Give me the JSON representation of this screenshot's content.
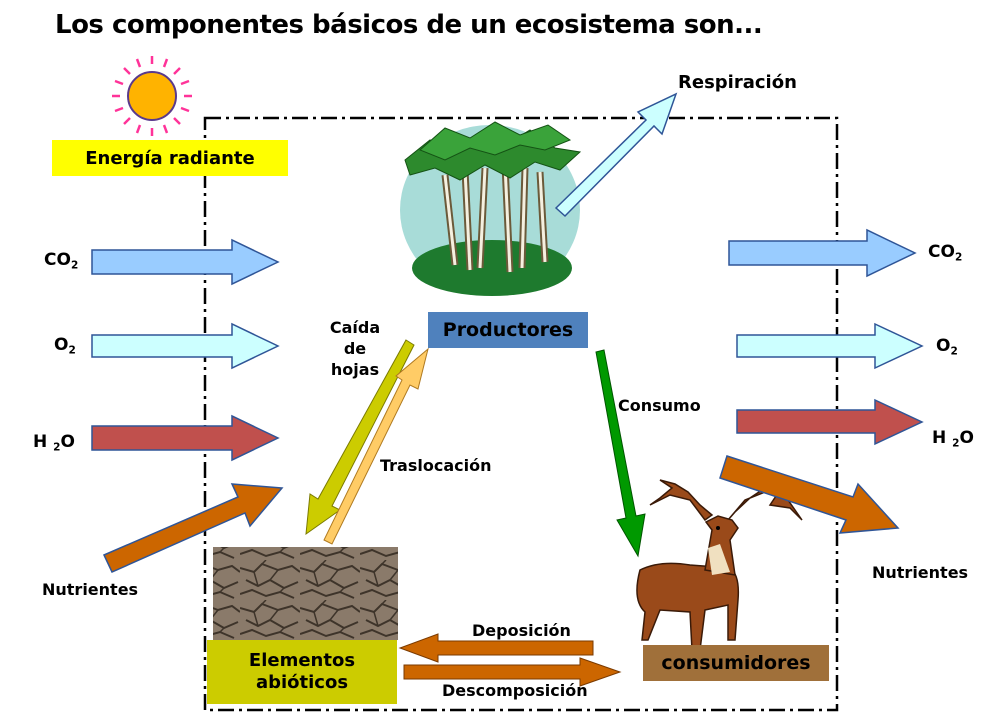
{
  "title": "Los componentes básicos de un ecosistema son...",
  "labels": {
    "energy": "Energía radiante",
    "respiration": "Respiración",
    "producers": "Productores",
    "consumers": "consumidores",
    "abiotic": "Elementos abióticos",
    "leaf_fall": "Caída de hojas",
    "translocation": "Traslocación",
    "consumption": "Consumo",
    "deposition": "Deposición",
    "decomposition": "Descomposición",
    "nutrients_in": "Nutrientes",
    "nutrients_out": "Nutrientes"
  },
  "inputs": {
    "co2": {
      "base": "CO",
      "sub": "2"
    },
    "o2": {
      "base": "O",
      "sub": "2"
    },
    "h2o": {
      "pre": "H ",
      "sub": "2",
      "post": "O"
    }
  },
  "outputs": {
    "co2": {
      "base": "CO",
      "sub": "2"
    },
    "o2": {
      "base": "O",
      "sub": "2"
    },
    "h2o": {
      "pre": "H ",
      "sub": "2",
      "post": "O"
    }
  },
  "colors": {
    "co2_arrow": "#99ccff",
    "o2_arrow": "#ccffff",
    "h2o_arrow": "#c0504d",
    "nutrient_arrow": "#cc6600",
    "consumption_arrow": "#009900",
    "leaf_fall_arrow": "#cccc00",
    "translocation_arrow": "#ffcc66",
    "energy_box": "#ffff00",
    "producers_box": "#4f81bd",
    "consumers_box": "#a0703a",
    "abiotic_box": "#cccc00"
  },
  "icons": [
    "sun-icon",
    "trees-icon",
    "deer-icon",
    "cracked-soil-image"
  ]
}
